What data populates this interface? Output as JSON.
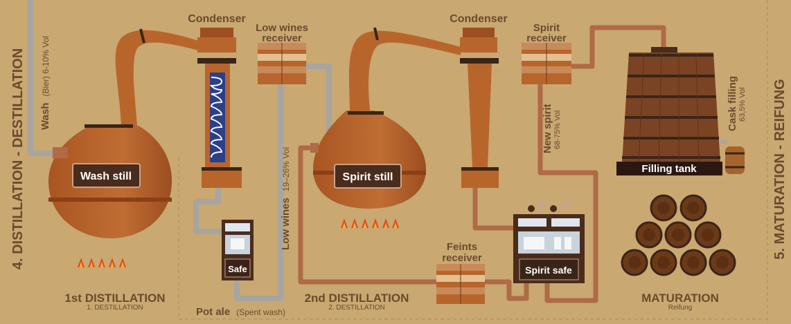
{
  "left_side_title": "4. DISTILLATION - DESTILLATION",
  "right_side_title": "5. MATURATION - REIFUNG",
  "wash_label": "Wash",
  "wash_detail": "(Bier) 6-10% Vol",
  "wash_still": "Wash still",
  "spirit_still": "Spirit still",
  "condenser_1": "Condenser",
  "condenser_2": "Condenser",
  "low_wines_receiver": [
    "Low wines",
    "receiver"
  ],
  "spirit_receiver": [
    "Spirit",
    "receiver"
  ],
  "feints_receiver": [
    "Feints",
    "receiver"
  ],
  "safe": "Safe",
  "spirit_safe": "Spirit safe",
  "low_wines_label": "Low wines",
  "low_wines_detail": "19–26% Vol",
  "new_spirit_label": "New spirit",
  "new_spirit_detail": "68-75% Vol",
  "cask_filling_label": "Cask filling",
  "cask_filling_detail": "63,5% Vol",
  "filling_tank": "Filling tank",
  "pot_ale": "Pot ale",
  "pot_ale_detail": "(Spent wash)",
  "first_distillation": "1st DISTILLATION",
  "first_distillation_sub": "1. DESTILLATION",
  "second_distillation": "2nd DISTILLATION",
  "second_distillation_sub": "2. DESTILLATION",
  "maturation": "MATURATION",
  "maturation_sub": "Reifung",
  "colors": {
    "background": "#c9a872",
    "copper": "#b8652c",
    "pipe_grey": "#a7a59f",
    "pipe_copper": "#b06a45",
    "label_text": "#6b4a2e",
    "dark_box": "#3a2418",
    "flame": "#e44a1e"
  }
}
